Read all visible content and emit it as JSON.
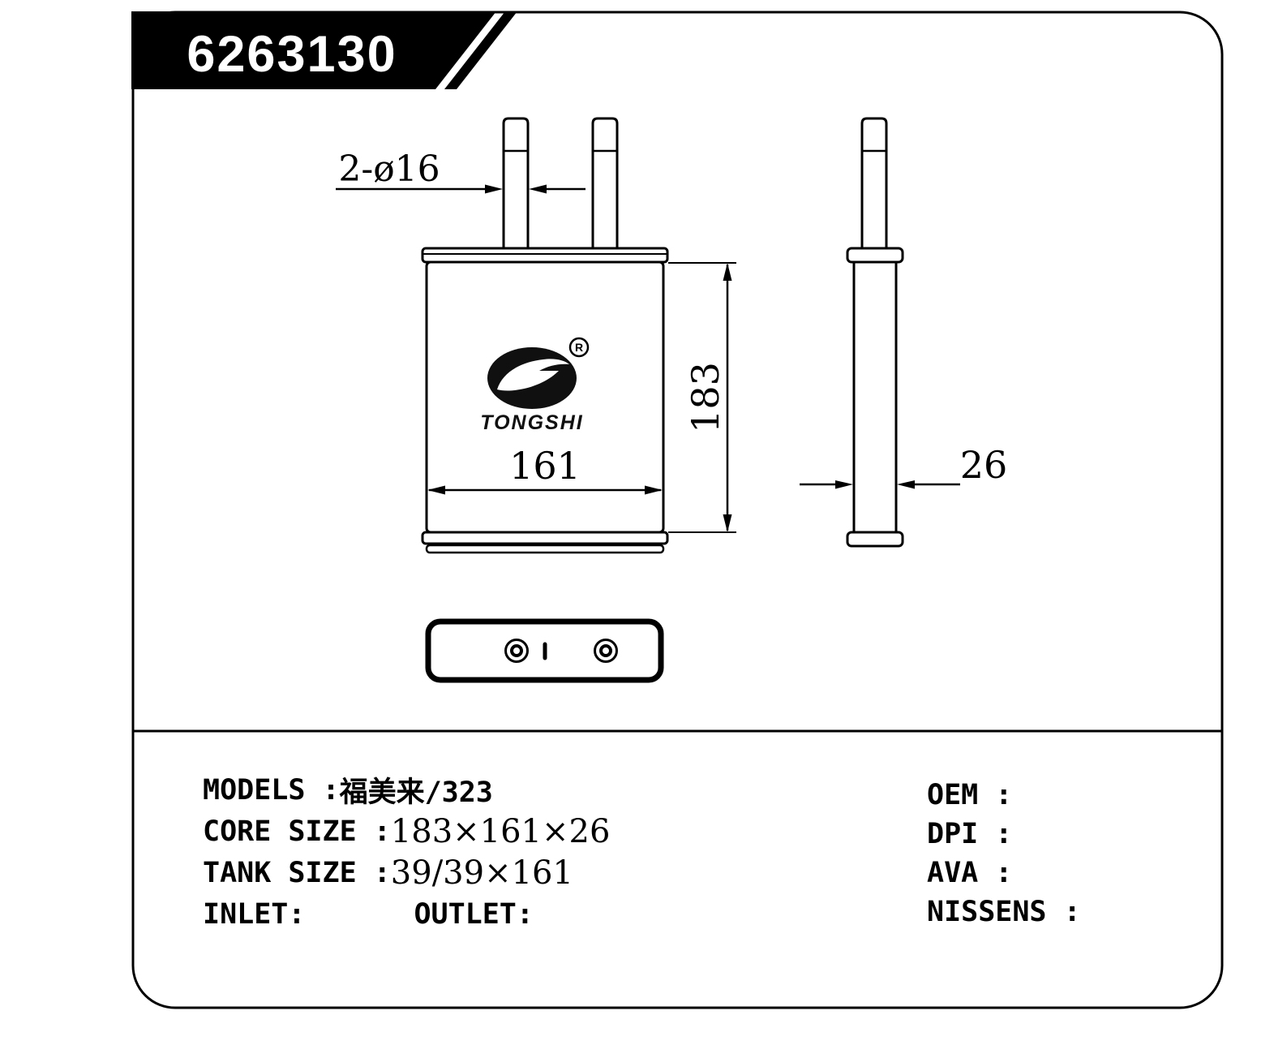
{
  "banner": {
    "part_number": "6263130"
  },
  "drawing": {
    "dims": {
      "pipe_diameter": "2-ø16",
      "core_width": "161",
      "core_height": "183",
      "core_depth": "26"
    },
    "logo": {
      "brand": "TONGSHI",
      "registered_mark": "R"
    }
  },
  "specs": {
    "models": {
      "label": "MODELS :",
      "value": "福美来/323"
    },
    "core_size": {
      "label": "CORE SIZE :",
      "value": "183×161×26"
    },
    "tank_size": {
      "label": "TANK SIZE :",
      "value": "39/39×161"
    },
    "inlet": {
      "label": "INLET:"
    },
    "outlet": {
      "label": "OUTLET:"
    },
    "oem": {
      "label": "OEM :"
    },
    "dpi": {
      "label": "DPI :"
    },
    "ava": {
      "label": "AVA :"
    },
    "nissens": {
      "label": "NISSENS :"
    }
  },
  "colors": {
    "line": "#000000",
    "banner_bg": "#000000",
    "banner_text": "#ffffff"
  }
}
